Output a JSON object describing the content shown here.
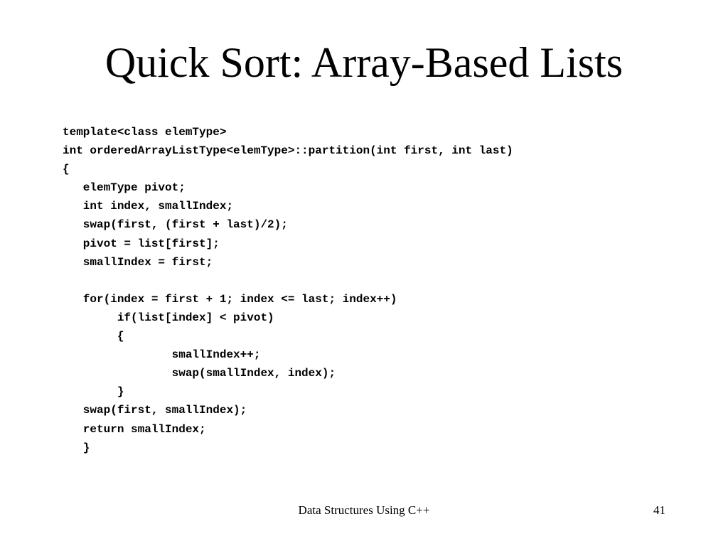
{
  "slide": {
    "title": "Quick Sort: Array-Based Lists",
    "code_lines": [
      "template<class elemType>",
      "int orderedArrayListType<elemType>::partition(int first, int last)",
      "{",
      "   elemType pivot;",
      "   int index, smallIndex;",
      "   swap(first, (first + last)/2);",
      "   pivot = list[first];",
      "   smallIndex = first;",
      "",
      "   for(index = first + 1; index <= last; index++)",
      "        if(list[index] < pivot)",
      "        {",
      "                smallIndex++;",
      "                swap(smallIndex, index);",
      "        }",
      "   swap(first, smallIndex);",
      "   return smallIndex;",
      "   }"
    ],
    "footer": {
      "course": "Data Structures Using C++",
      "page_number": "41"
    }
  }
}
